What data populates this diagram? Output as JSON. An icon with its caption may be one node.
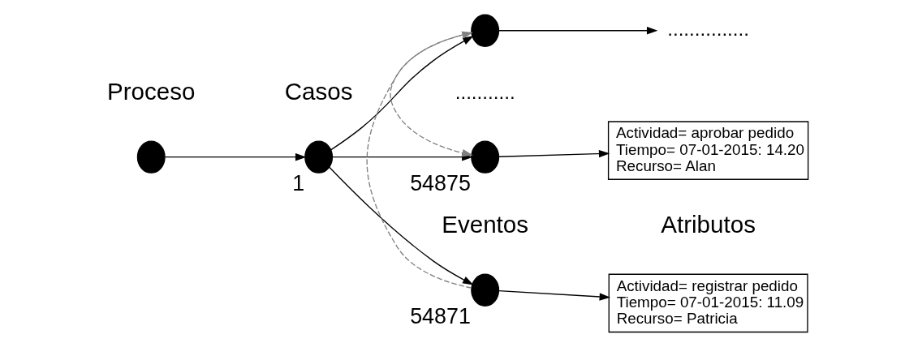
{
  "diagram": {
    "nodes": [
      {
        "text": [],
        "shape": "circle"
      },
      {
        "text": [],
        "shape": "circle",
        "beside": [
          "1"
        ]
      },
      {
        "text": [],
        "shape": "circle",
        "beside": [
          "54871"
        ]
      },
      {
        "text": [],
        "shape": "circle"
      },
      {
        "text": [],
        "shape": "circle",
        "beside": [
          "54875"
        ]
      },
      {
        "text": [
          "Actividad= registrar pedido",
          "Tiempo= 07-01-2015: 11.09",
          "Recurso= Patricia"
        ]
      },
      {
        "text": [
          "..............."
        ]
      },
      {
        "text": [
          "Actividad= aprobar pedido",
          "Tiempo= 07-01-2015: 14.20",
          "Recurso= Alan"
        ]
      }
    ],
    "edges": [
      {
        "from": 0,
        "to": 1,
        "arrow": "to"
      },
      {
        "from": 1,
        "to": 2,
        "arrow": "to"
      },
      {
        "from": 1,
        "to": 3,
        "arrow": "to"
      },
      {
        "from": 1,
        "to": 4,
        "arrow": "to"
      },
      {
        "from": 2,
        "to": 5,
        "arrow": "to"
      },
      {
        "from": 3,
        "to": 6,
        "arrow": "to"
      },
      {
        "from": 4,
        "to": 7,
        "arrow": "to"
      },
      {
        "from": 2,
        "to": 3,
        "arrow": "to",
        "style": "dashed",
        "color": "#808080"
      },
      {
        "from": 3,
        "to": 4,
        "arrow": "to",
        "style": "dashed",
        "color": "#808080"
      }
    ],
    "labels": [
      "Proceso",
      "Casos",
      "Eventos",
      "Atributos",
      "..........."
    ]
  }
}
